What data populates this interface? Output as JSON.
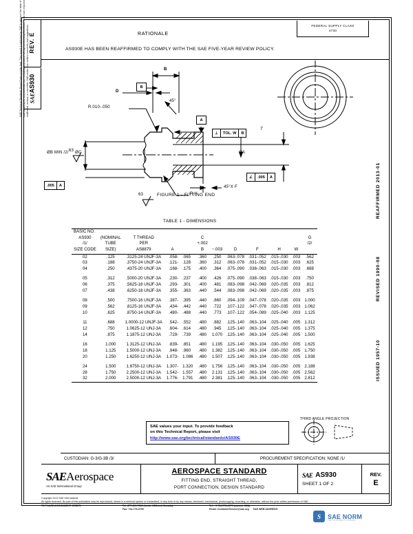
{
  "tabs": {
    "rev_label": "REV.",
    "rev_value": "E",
    "doc_sae": "SAE",
    "doc_id": "AS930"
  },
  "margins": {
    "left_disclaimer": "SAE Technical Standards Board Rules provide that: “This report is published by SAE to advance the state of technical and engineering sciences. The use of this report is entirely voluntary, and its applicability and suitability for any particular use, including any patent infringement arising therefrom, is the sole responsibility of the user.” SAE reviews each technical report at least every five years at which time it may be reaffirmed, revised, or cancelled. SAE invites your written comments and suggestions.",
    "dates": [
      "REAFFIRMED 2013-01",
      "REVISED 1990-08",
      "ISSUED 1957-10"
    ]
  },
  "rationale": {
    "title": "RATIONALE",
    "body": "AS930E HAS BEEN REAFFIRMED TO COMPLY WITH THE SAE FIVE-YEAR REVIEW POLICY."
  },
  "fsc": {
    "line1": "FEDERAL SUPPLY CLASS",
    "line2": "4730"
  },
  "figure": {
    "caption": "FIGURE 1 - FITTING END",
    "labels": {
      "datum_b": "B",
      "datum_a": "A",
      "dim_b": "B",
      "dim_d": "D",
      "radius": "R.010-.050",
      "angle45": "45°",
      "dia_b_min": "ØB MIN /2/",
      "dia_c": "ØC",
      "dia_a": "ØA",
      "chamfer": "45°X F",
      "rh": "R H",
      "surf63_left": "63",
      "surf63_bottom": "63",
      "tol_frame": [
        "⊥",
        "TOL. W",
        "B"
      ],
      "flat_frame": [
        "∠",
        ".005",
        "A"
      ],
      "flat_frame_left": [
        ".005",
        "A"
      ],
      "perp_t": "T"
    }
  },
  "table": {
    "title": "TABLE 1 - DIMENSIONS",
    "headers": [
      [
        "BASIC NO.",
        "",
        "",
        "",
        "",
        "",
        "",
        "",
        "",
        ""
      ],
      [
        "AS930",
        "(NOMINAL",
        "T THREAD",
        "",
        "",
        "C",
        "",
        "",
        "",
        ""
      ],
      [
        "/1/",
        "TUBE",
        "PER",
        "",
        "",
        "+.002",
        "",
        "",
        "",
        ""
      ],
      [
        "SIZE CODE",
        "SIZE)",
        "AS8879",
        "A",
        "B",
        "−.003",
        "D",
        "F",
        "H",
        "W"
      ]
    ],
    "col_g": [
      "G",
      "/2/"
    ],
    "columns": [
      "SIZE CODE",
      "TUBE SIZE",
      "T THREAD PER AS8879",
      "A",
      "B",
      "C",
      "D",
      "F",
      "H",
      "W",
      "G"
    ],
    "groups": [
      [
        [
          "02",
          ".125",
          ".3125-24 UNJF-3A",
          ".058-",
          ".065",
          ".360",
          ".250",
          ".063-.078",
          ".031-.052",
          ".015-.030",
          ".003",
          ".562"
        ],
        [
          "03",
          ".188",
          ".3750-24 UNJF-3A",
          ".121-",
          ".128",
          ".360",
          ".312",
          ".063-.078",
          ".031-.052",
          ".015-.030",
          ".003",
          ".625"
        ],
        [
          "04",
          ".250",
          ".4375-20 UNJF-3A",
          ".168-",
          ".175",
          ".400",
          ".364",
          ".075-.090",
          ".038-.063",
          ".015-.030",
          ".003",
          ".688"
        ]
      ],
      [
        [
          "05",
          ".312",
          ".5000-20 UNJF-3A",
          ".230-",
          ".237",
          ".400",
          ".426",
          ".075-.090",
          ".038-.063",
          ".015-.030",
          ".003",
          ".750"
        ],
        [
          "06",
          ".375",
          ".5625-18 UNJF-3A",
          ".293-",
          ".301",
          ".400",
          ".481",
          ".083-.098",
          ".042-.069",
          ".020-.035",
          ".003",
          ".812"
        ],
        [
          "07",
          ".438",
          ".6250-18 UNJF-3A",
          ".355-",
          ".363",
          ".440",
          ".544",
          ".083-.098",
          ".042-.069",
          ".020-.035",
          ".003",
          ".875"
        ]
      ],
      [
        [
          "08",
          ".500",
          ".7500-16 UNJF-3A",
          ".387-",
          ".395",
          ".440",
          ".660",
          ".094-.109",
          ".047-.078",
          ".020-.035",
          ".003",
          "1.000"
        ],
        [
          "09",
          ".562",
          ".8125-16 UNJF-3A",
          ".434-",
          ".442",
          ".440",
          ".722",
          ".107-.122",
          ".047-.078",
          ".020-.035",
          ".003",
          "1.062"
        ],
        [
          "10",
          ".625",
          ".8750-14 UNJF-3A",
          ".480-",
          ".488",
          ".440",
          ".773",
          ".107-.122",
          ".054-.089",
          ".025-.040",
          ".003",
          "1.125"
        ]
      ],
      [
        [
          "11",
          ".688",
          "1.0000-12 UNJF-3A",
          ".542-",
          ".552",
          ".480",
          ".882",
          ".125-.140",
          ".063-.104",
          ".025-.040",
          ".005",
          "1.312"
        ],
        [
          "12",
          ".750",
          "1.0625-12 UNJ-3A",
          ".604-",
          ".614",
          ".480",
          ".945",
          ".125-.140",
          ".063-.104",
          ".025-.040",
          ".005",
          "1.375"
        ],
        [
          "14",
          ".875",
          "1.1875-12 UNJ-3A",
          ".729-",
          ".739",
          ".480",
          "1.070",
          ".125-.140",
          ".063-.104",
          ".025-.040",
          ".005",
          "1.500"
        ]
      ],
      [
        [
          "16",
          "1.000",
          "1.3125-12 UNJ-3A",
          ".839-",
          ".851",
          ".480",
          "1.195",
          ".125-.140",
          ".063-.104",
          ".030-.050",
          ".005",
          "1.625"
        ],
        [
          "18",
          "1.125",
          "1.5000-12 UNJ-3A",
          ".948-",
          ".960",
          ".480",
          "1.382",
          ".125-.140",
          ".063-.104",
          ".030-.050",
          ".005",
          "1.750"
        ],
        [
          "20",
          "1.250",
          "1.6250-12 UNJ-3A",
          "1.073-",
          "1.086",
          ".480",
          "1.507",
          ".125-.140",
          ".063-.104",
          ".030-.050",
          ".005",
          "1.938"
        ]
      ],
      [
        [
          "24",
          "1.500",
          "1.8750-12 UNJ-3A",
          "1.307-",
          "1.320",
          ".480",
          "1.756",
          ".125-.140",
          ".063-.104",
          ".030-.050",
          ".005",
          "2.188"
        ],
        [
          "28",
          "1.750",
          "2.2500-12 UNJ-3A",
          "1.542-",
          "1.557",
          ".480",
          "2.131",
          ".125-.140",
          ".063-.104",
          ".030-.050",
          ".005",
          "2.562"
        ],
        [
          "32",
          "2.000",
          "2.5000-12 UNJ-3A",
          "1.776-",
          "1.791",
          ".480",
          "2.381",
          ".125-.140",
          ".063-.104",
          ".030-.050",
          ".005",
          "2.812"
        ]
      ]
    ]
  },
  "feedback": {
    "line1": "SAE values your input. To provide feedback",
    "line2": "on this Technical Report, please visit",
    "link": "http://www.sae.org/technical/standards/AS930E"
  },
  "projection": {
    "label": "THIRD ANGLE PROJECTION"
  },
  "titleblock": {
    "custodian": "CUSTODIAN: G-3/G-3B /3/",
    "procurement": "PROCUREMENT SPECIFICATION: NONE /1/",
    "logo_sae": "SAE",
    "logo_aerospace": "Aerospace",
    "logo_sub": "An SAE International Group",
    "heading": "AEROSPACE STANDARD",
    "sub1": "FITTING END, STRAIGHT THREAD,",
    "sub2": "PORT CONNECTION, DESIGN STANDARD",
    "doc_sae": "SAE",
    "doc_number": "AS930",
    "sheet": "SHEET 1 OF 2",
    "rev_label": "REV.",
    "rev_value": "E"
  },
  "footer": {
    "copyright": "Copyright 2013 SAE International",
    "rights": "All rights reserved. No part of this publication may be reproduced, stored in a retrieval system or transmitted, in any form or by any means, electronic, mechanical, photocopying, recording, or otherwise, without the prior written permission of SAE.",
    "order_label": "TO PLACE A DOCUMENT ORDER:",
    "tel_us": "Tel: 877-606-7323 (inside USA and Canada)",
    "tel_intl": "Tel: +1 724-776-4970 (outside USA)",
    "fax": "Fax: 724-776-0790",
    "email": "Email: CustomerService@sae.org",
    "web_label": "SAE WEB ADDRESS:",
    "web": "http://www.sae.org"
  },
  "watermark": {
    "mark": "S",
    "text": "SAE NORM",
    "sub": "INTERNATIONAL"
  },
  "colors": {
    "link": "#2222cc",
    "watermark": "#2b6cb0"
  }
}
